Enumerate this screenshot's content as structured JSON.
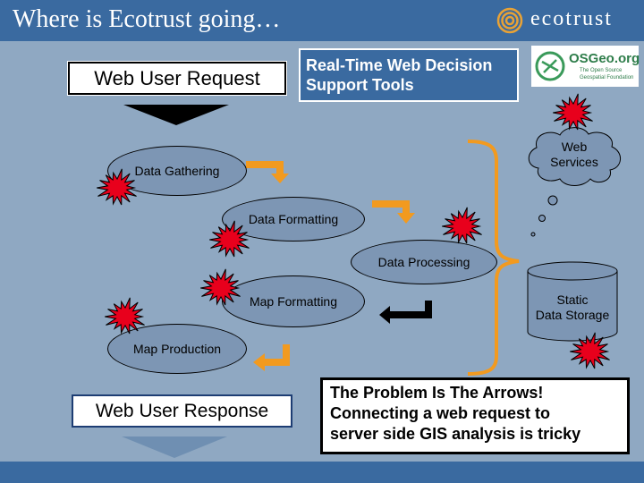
{
  "header": {
    "title": "Where is Ecotrust going…",
    "logo_text": "ecotrust"
  },
  "boxes": {
    "request": "Web User Request",
    "realtime": [
      "Real-Time Web Decision",
      "Support Tools"
    ],
    "response": "Web User Response",
    "problem": [
      "The Problem Is The Arrows!",
      "Connecting a web request to",
      "server side GIS analysis is tricky"
    ]
  },
  "osgeo": {
    "name": "OSGeo.org",
    "tagline": [
      "The Open Source",
      "Geospatial Foundation"
    ]
  },
  "stages": [
    "Data Gathering",
    "Data Formatting",
    "Data Processing",
    "Map Formatting",
    "Map Production"
  ],
  "web_services": [
    "Web",
    "Services"
  ],
  "storage": [
    "Static",
    "Data Storage"
  ],
  "colors": {
    "header": "#3a6aa0",
    "background": "#8fa8c2",
    "ellipse": "#7d96b4",
    "arrow": "#f29a1f",
    "brace": "#f29a1f",
    "burst": "#e8001c"
  },
  "icons": [
    "ecotrust-logo-icon",
    "osgeo-logo-icon",
    "burst-icon",
    "cloud-icon",
    "cylinder-icon",
    "bent-arrow-icon",
    "down-arrow-icon",
    "curly-brace-icon"
  ]
}
